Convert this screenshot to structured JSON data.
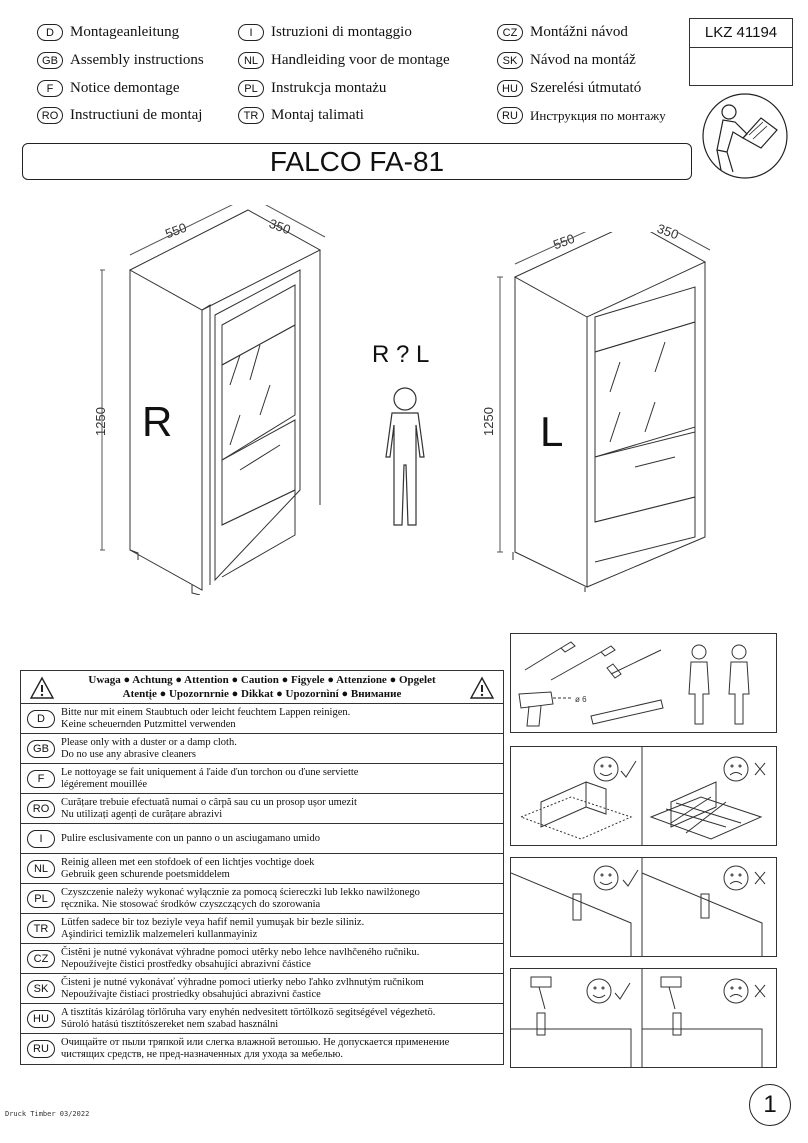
{
  "header": {
    "languages": [
      {
        "code": "D",
        "text": "Montageanleitung"
      },
      {
        "code": "GB",
        "text": "Assembly instructions"
      },
      {
        "code": "F",
        "text": "Notice demontage"
      },
      {
        "code": "RO",
        "text": "Instructiuni de montaj"
      },
      {
        "code": "I",
        "text": "Istruzioni di montaggio"
      },
      {
        "code": "NL",
        "text": "Handleiding voor de montage"
      },
      {
        "code": "PL",
        "text": "Instrukcja montażu"
      },
      {
        "code": "TR",
        "text": "Montaj talimati"
      },
      {
        "code": "CZ",
        "text": "Montážni návod"
      },
      {
        "code": "SK",
        "text": "Návod na montáž"
      },
      {
        "code": "HU",
        "text": "Szerelési útmutató"
      },
      {
        "code": "RU",
        "text": "Инструкция по монтажу"
      }
    ],
    "code": "LKZ 41194"
  },
  "title": "FALCO FA-81",
  "dims": {
    "width": "550",
    "depth": "350",
    "height": "1250"
  },
  "variant_right": "R",
  "variant_left": "L",
  "variant_question": "R ? L",
  "warning": {
    "heading_line1": "Uwaga ● Achtung ● Attention ● Caution ● Figyele ● Attenzione ● Opgelet",
    "heading_line2": "Atentįe ● Upozornrnie ● Dikkat ● Upozornìní ● Внимание",
    "rows": [
      {
        "code": "D",
        "line1": "Bitte nur mit einem Staubtuch oder leicht feuchtem Lappen reinigen.",
        "line2": "Keine scheuernden Putzmittel verwenden"
      },
      {
        "code": "GB",
        "line1": "Please only with a duster or a damp cloth.",
        "line2": "Do no use any abrasive cleaners"
      },
      {
        "code": "F",
        "line1": "Le nottoyage se fait uniquement á ľaide ďun torchon ou ďune serviette",
        "line2": "légérement mouillée"
      },
      {
        "code": "RO",
        "line1": "Curățare trebuie efectuată numai o cârpă sau cu un prosop ușor umezit",
        "line2": "Nu utilizați agenți de curățare abrazivi"
      },
      {
        "code": "I",
        "line1": "Pulire esclusivamente con un panno o un asciugamano umido",
        "line2": ""
      },
      {
        "code": "NL",
        "line1": "Reinig alleen met een stofdoek of een lichtjes vochtige doek",
        "line2": "Gebruik geen schurende poetsmiddelem"
      },
      {
        "code": "PL",
        "line1": "Czyszczenie należy wykonać wyłącznie za pomocą ściereczki lub lekko nawilżonego",
        "line2": "ręcznika. Nie stosować środków czyszczących do szorowania"
      },
      {
        "code": "TR",
        "line1": "Lütfen sadece bir toz beziyle veya hafif nemil yumuşak bir bezle siliniz.",
        "line2": "Aşindirici temizlik malzemeleri kullanmayiniz"
      },
      {
        "code": "CZ",
        "line1": "Čistĕni je nutné vykonávat výhradne pomoci utĕrky nebo lehce navlhčeného ručniku.",
        "line2": "Nepoužívejte čistici prostředky obsahujíci abrazivní částice"
      },
      {
        "code": "SK",
        "line1": "Čisteni je nutné vykonávať výhradne pomoci utierky nebo ľahko zvlhnutým ručnikom",
        "line2": "Nepoužívajte čistiaci prostriedky obsahujúci abrazivni častice"
      },
      {
        "code": "HU",
        "line1": "A tisztítás kizárólag törlőruha vary enyhén nedvesitett törtölkozö segitségével végezhetö.",
        "line2": "Súroló hatású tisztítószereket nem szabad használni"
      },
      {
        "code": "RU",
        "line1": "Очищайте от пыли тряпкой или слегка влажной ветошью. Не допускается применение",
        "line2": "чистящих средств, не пред-назначенных для ухода за мебелью."
      }
    ]
  },
  "tools_drill_label": "ø 6",
  "footer": "Druck Timber 03/2022",
  "page_number": "1"
}
